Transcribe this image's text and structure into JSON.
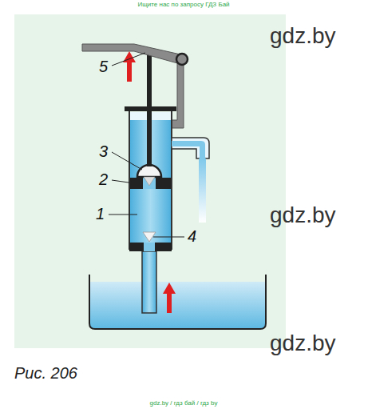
{
  "diagram": {
    "caption": "Рис. 206",
    "labels": [
      "Ищите нас по запросу ГДЗ Бай",
      "5",
      "3",
      "2",
      "1",
      "4",
      "gdz.by",
      "gdz.by",
      "gdz.by",
      "gdz.by / гдз бай / гдз by"
    ]
  }
}
